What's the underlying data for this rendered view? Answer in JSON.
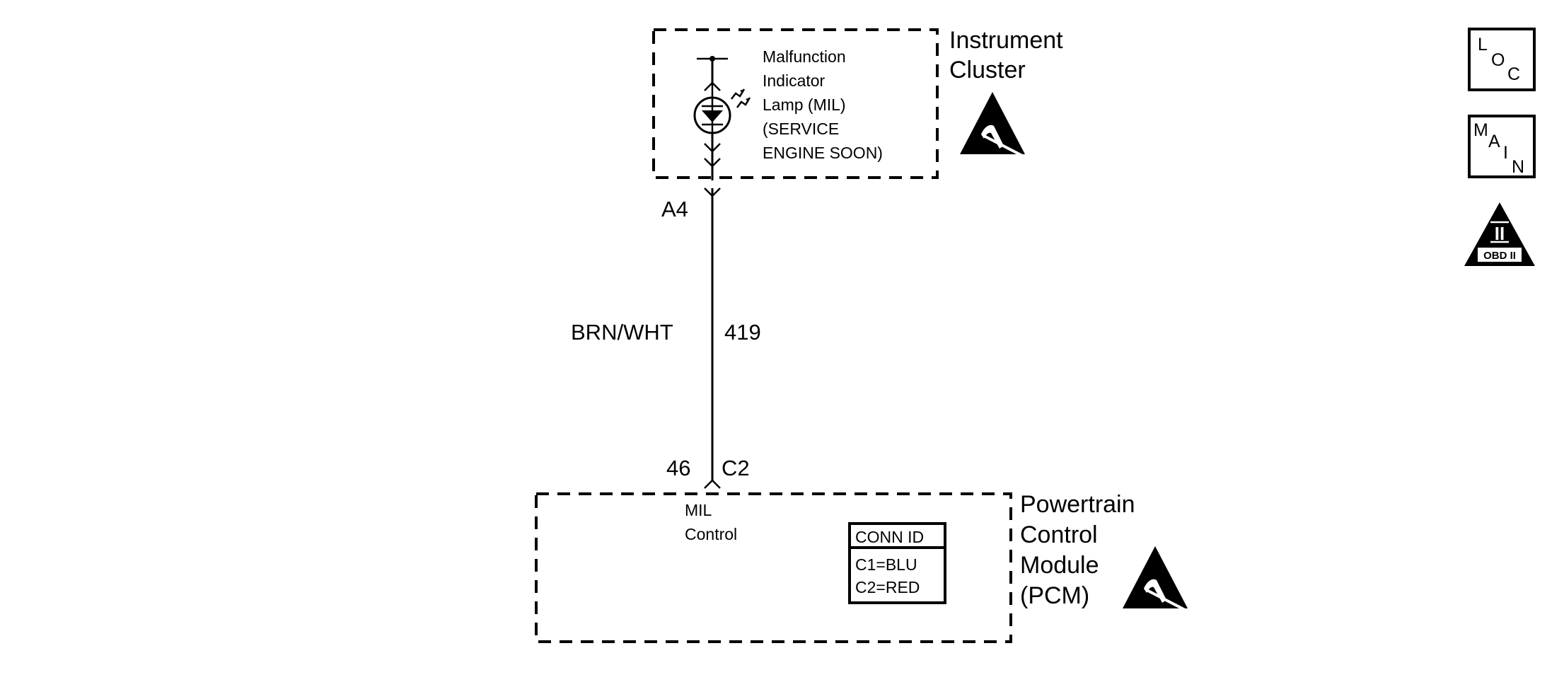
{
  "instrument_cluster": {
    "title_line1": "Instrument",
    "title_line2": "Cluster",
    "component_lines": [
      "Malfunction",
      "Indicator",
      "Lamp (MIL)",
      "(SERVICE",
      "ENGINE SOON)"
    ],
    "esd_icon": "esd-sensitive-icon"
  },
  "wire": {
    "top_pin": "A4",
    "color": "BRN/WHT",
    "circuit": "419",
    "bottom_pin": "46",
    "bottom_connector": "C2"
  },
  "pcm": {
    "title_lines": [
      "Powertrain",
      "Control",
      "Module",
      "(PCM)"
    ],
    "function_lines": [
      "MIL",
      "Control"
    ],
    "conn_id": {
      "header": "CONN ID",
      "rows": [
        "C1=BLU",
        "C2=RED"
      ]
    },
    "esd_icon": "esd-sensitive-icon"
  },
  "legend": {
    "loc": [
      "L",
      "O",
      "C"
    ],
    "main": [
      "M",
      "A",
      "I",
      "N"
    ],
    "obd_numeral": "II",
    "obd_label": "OBD II"
  },
  "colors": {
    "ink": "#000000",
    "background": "#ffffff"
  }
}
